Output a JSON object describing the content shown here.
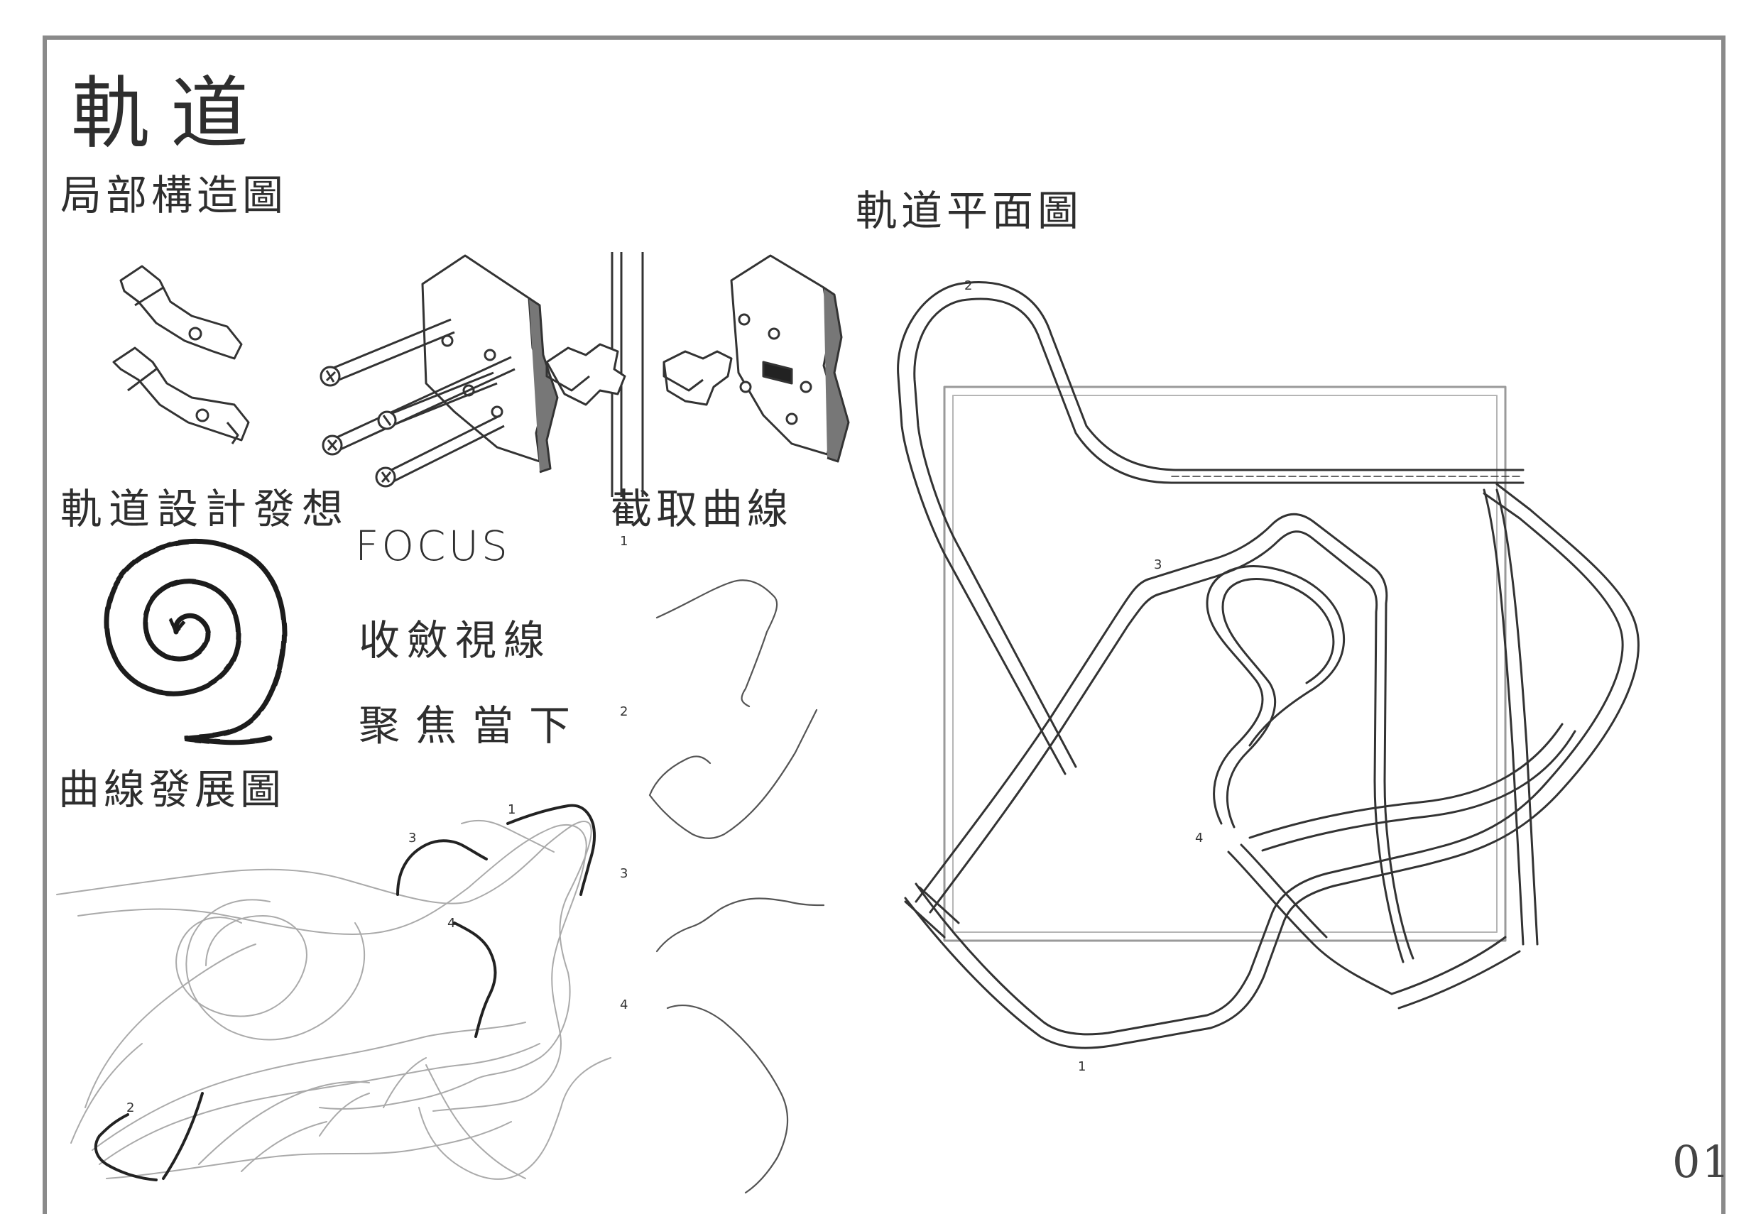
{
  "title": "軌道",
  "sections": {
    "detail": "局部構造圖",
    "idea": "軌道設計發想",
    "capture": "截取曲線",
    "curve_dev": "曲線發展圖",
    "plan": "軌道平面圖"
  },
  "concept": {
    "line1": "FOCUS",
    "line2": "收斂視線",
    "line3": "聚焦當下"
  },
  "capture_labels": [
    "1",
    "2",
    "3",
    "4"
  ],
  "dev_labels": [
    "1",
    "2",
    "3",
    "4"
  ],
  "plan_labels": [
    "1",
    "2",
    "3",
    "4"
  ],
  "page_number": "01"
}
